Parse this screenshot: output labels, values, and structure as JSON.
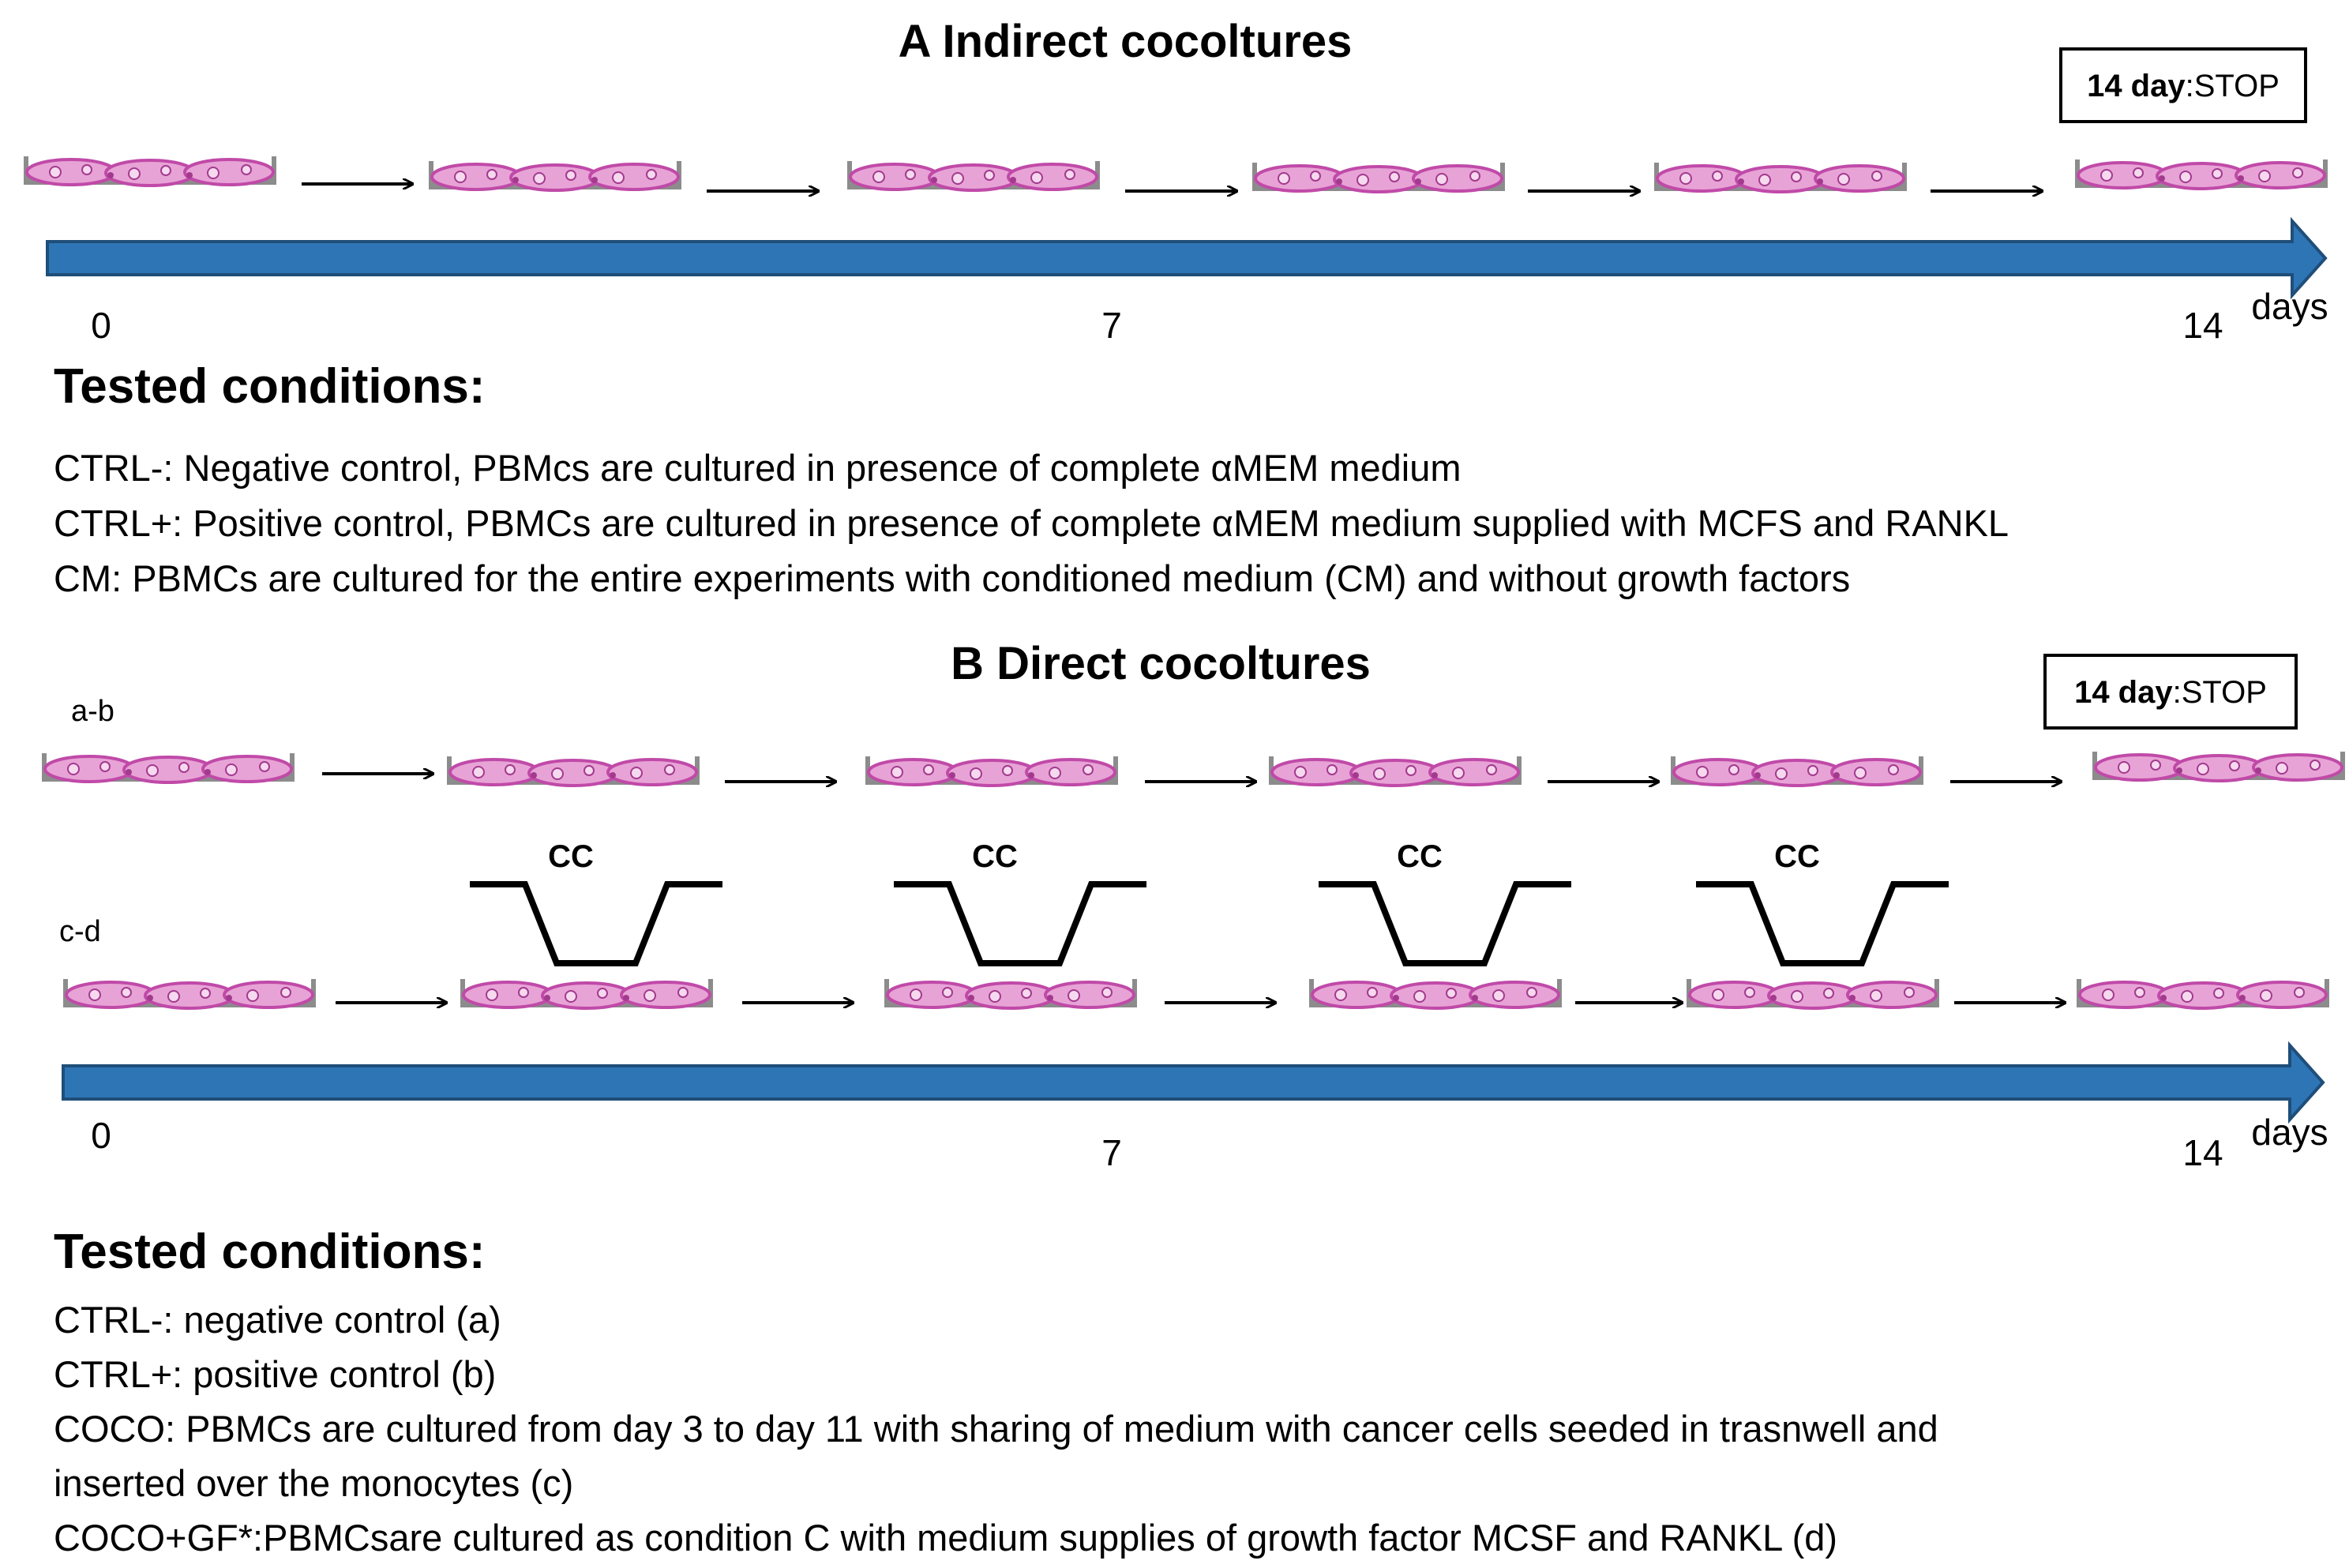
{
  "panel_a": {
    "title": "A  Indirect cocoltures",
    "stop": {
      "bold": "14 day",
      "rest": ":STOP"
    },
    "ticks": [
      "0",
      "7",
      "14"
    ],
    "unit": "days",
    "heading": "Tested conditions:",
    "conditions": [
      "CTRL-: Negative control, PBMcs are cultured in presence of complete αMEM medium",
      "CTRL+: Positive control, PBMCs are cultured in presence of complete αMEM medium  supplied with MCFS and RANKL",
      "CM: PBMCs are cultured for the entire experiments with conditioned medium (CM) and without growth factors"
    ]
  },
  "panel_b": {
    "title": "B  Direct cocoltures",
    "stop": {
      "bold": "14 day",
      "rest": ":STOP"
    },
    "row_labels": [
      "a-b",
      "c-d"
    ],
    "insert_label": "CC",
    "ticks": [
      "0",
      "7",
      "14"
    ],
    "unit": "days",
    "heading": "Tested conditions:",
    "conditions": [
      "CTRL-: negative control (a)",
      "CTRL+: positive control (b)",
      "COCO: PBMCs are cultured from day 3 to day 11 with  sharing of medium with cancer cells seeded in trasnwell and",
      "inserted over the monocytes  (c)",
      "COCO+GF*:PBMCsare cultured as condition C with medium supplies of growth factor MCSF and RANKL (d)"
    ]
  },
  "colors": {
    "timeline": "#2e75b6",
    "timeline_edge": "#1f4e79",
    "cell_fill": "#e8a3d6",
    "cell_edge": "#c04aa8",
    "dish": "#8c8c8c"
  }
}
